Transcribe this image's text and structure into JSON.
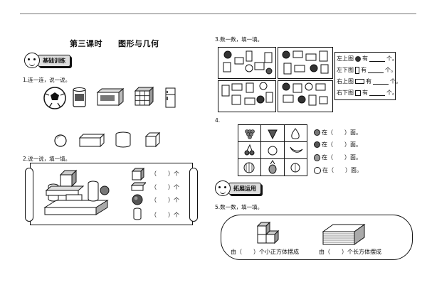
{
  "page_title": {
    "lesson": "第三课时",
    "topic": "图形与几何"
  },
  "banners": {
    "basic": "基础训练",
    "extend": "拓展运用"
  },
  "q1": {
    "label": "1.连一连，说一说。"
  },
  "q2": {
    "label": "2.说一说，填一填。",
    "rows": [
      "（　　）个",
      "（　　）个",
      "（　　）个",
      "（　　）个"
    ]
  },
  "q3": {
    "label": "3.数一数，填一填。",
    "answers": [
      "左上图",
      "有",
      "个。",
      "左下图",
      "有",
      "个。",
      "右上图",
      "有",
      "个。",
      "右下图",
      "有",
      "个。"
    ]
  },
  "q4": {
    "label": "4.",
    "lines": [
      "在（　　）面。",
      "在（　　）面。",
      "在（　　）面。",
      "在（　　）面。"
    ]
  },
  "q5": {
    "label": "5.数一数，填一填。",
    "left": "由（　　）个小正方体摆成",
    "right": "由（　　）个长方体摆成"
  }
}
